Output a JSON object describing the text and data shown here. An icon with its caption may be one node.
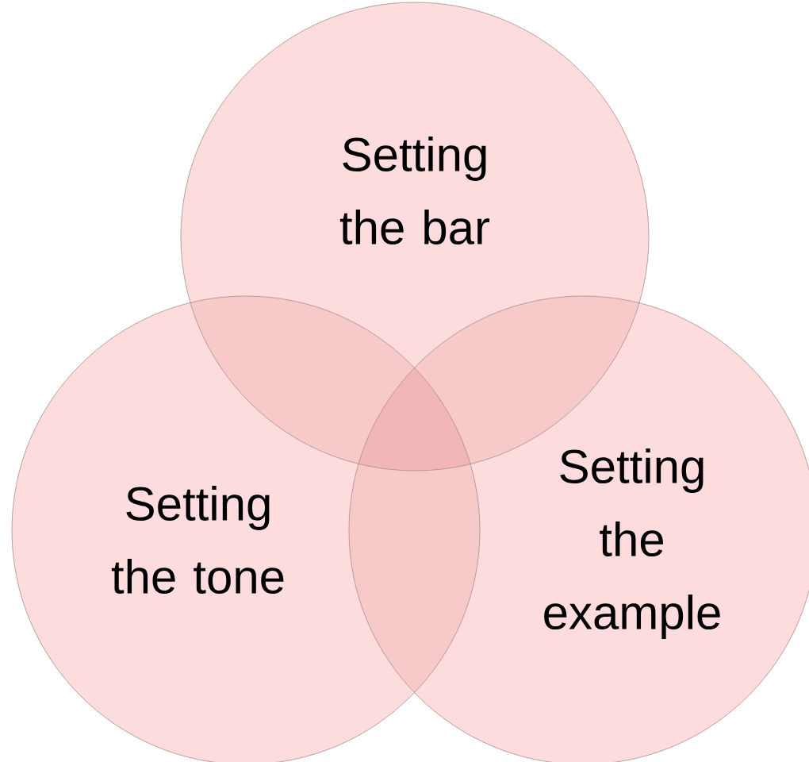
{
  "diagram": {
    "nodes": [
      {
        "text": [
          "Setting the bar"
        ]
      },
      {
        "text": [
          "Setting the tone"
        ]
      },
      {
        "text": [
          "Setting the example"
        ]
      }
    ]
  }
}
